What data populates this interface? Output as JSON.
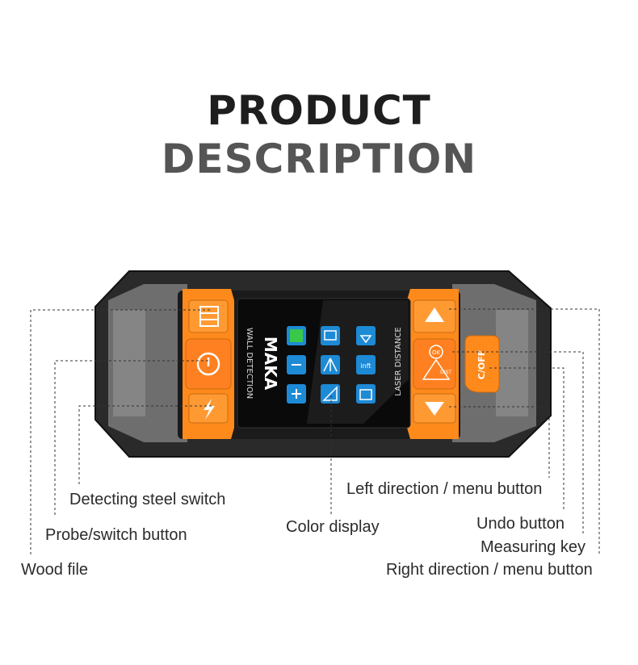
{
  "heading": {
    "line1": "PRODUCT",
    "line2": "DESCRIPTION"
  },
  "device": {
    "brand": "MAKA",
    "left_side_text": "WALL DETECTION",
    "right_side_text": "LASER DISTANCE",
    "ok_text": "OK",
    "dist_text": "DIST",
    "cancel_text": "C/OFF",
    "accent_color": "#ff8a1c",
    "body_color": "#2b2b2b"
  },
  "callouts": {
    "detecting_steel_switch": "Detecting steel switch",
    "probe_switch_button": "Probe/switch button",
    "wood_file": "Wood file",
    "color_display": "Color display",
    "left_direction_menu": "Left direction / menu button",
    "undo_button": "Undo button",
    "measuring_key": "Measuring key",
    "right_direction_menu": "Right direction / menu button"
  }
}
